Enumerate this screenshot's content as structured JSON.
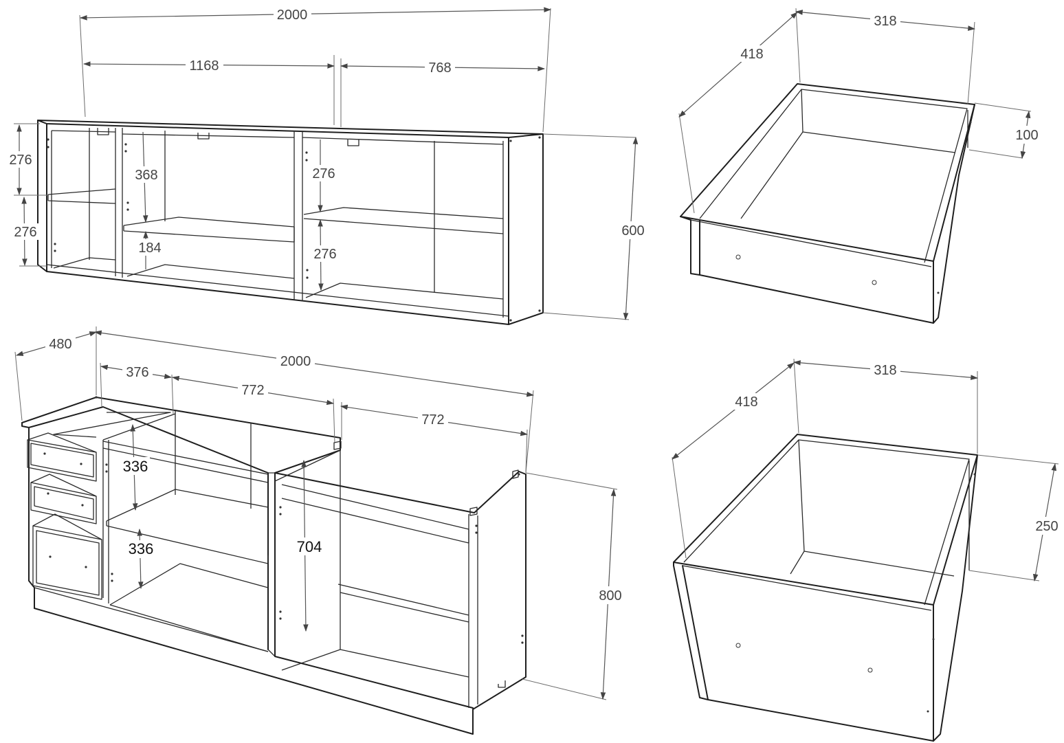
{
  "upper_cabinet": {
    "total_width": "2000",
    "left_section_width": "1168",
    "right_section_width": "768",
    "height": "600",
    "left_top_shelf": "276",
    "left_bottom_shelf": "276",
    "middle_top_opening": "368",
    "middle_bottom_opening": "184",
    "right_top_opening": "276",
    "right_bottom_opening": "276"
  },
  "lower_cabinet": {
    "depth": "480",
    "total_width": "2000",
    "drawer_section_width": "376",
    "middle_section_width": "772",
    "right_section_width": "772",
    "shelf_top_opening": "336",
    "shelf_bottom_opening": "336",
    "right_opening_height": "704",
    "height": "800"
  },
  "shallow_drawer": {
    "depth": "418",
    "width": "318",
    "height": "100"
  },
  "deep_drawer": {
    "depth": "418",
    "width": "318",
    "height": "250"
  }
}
